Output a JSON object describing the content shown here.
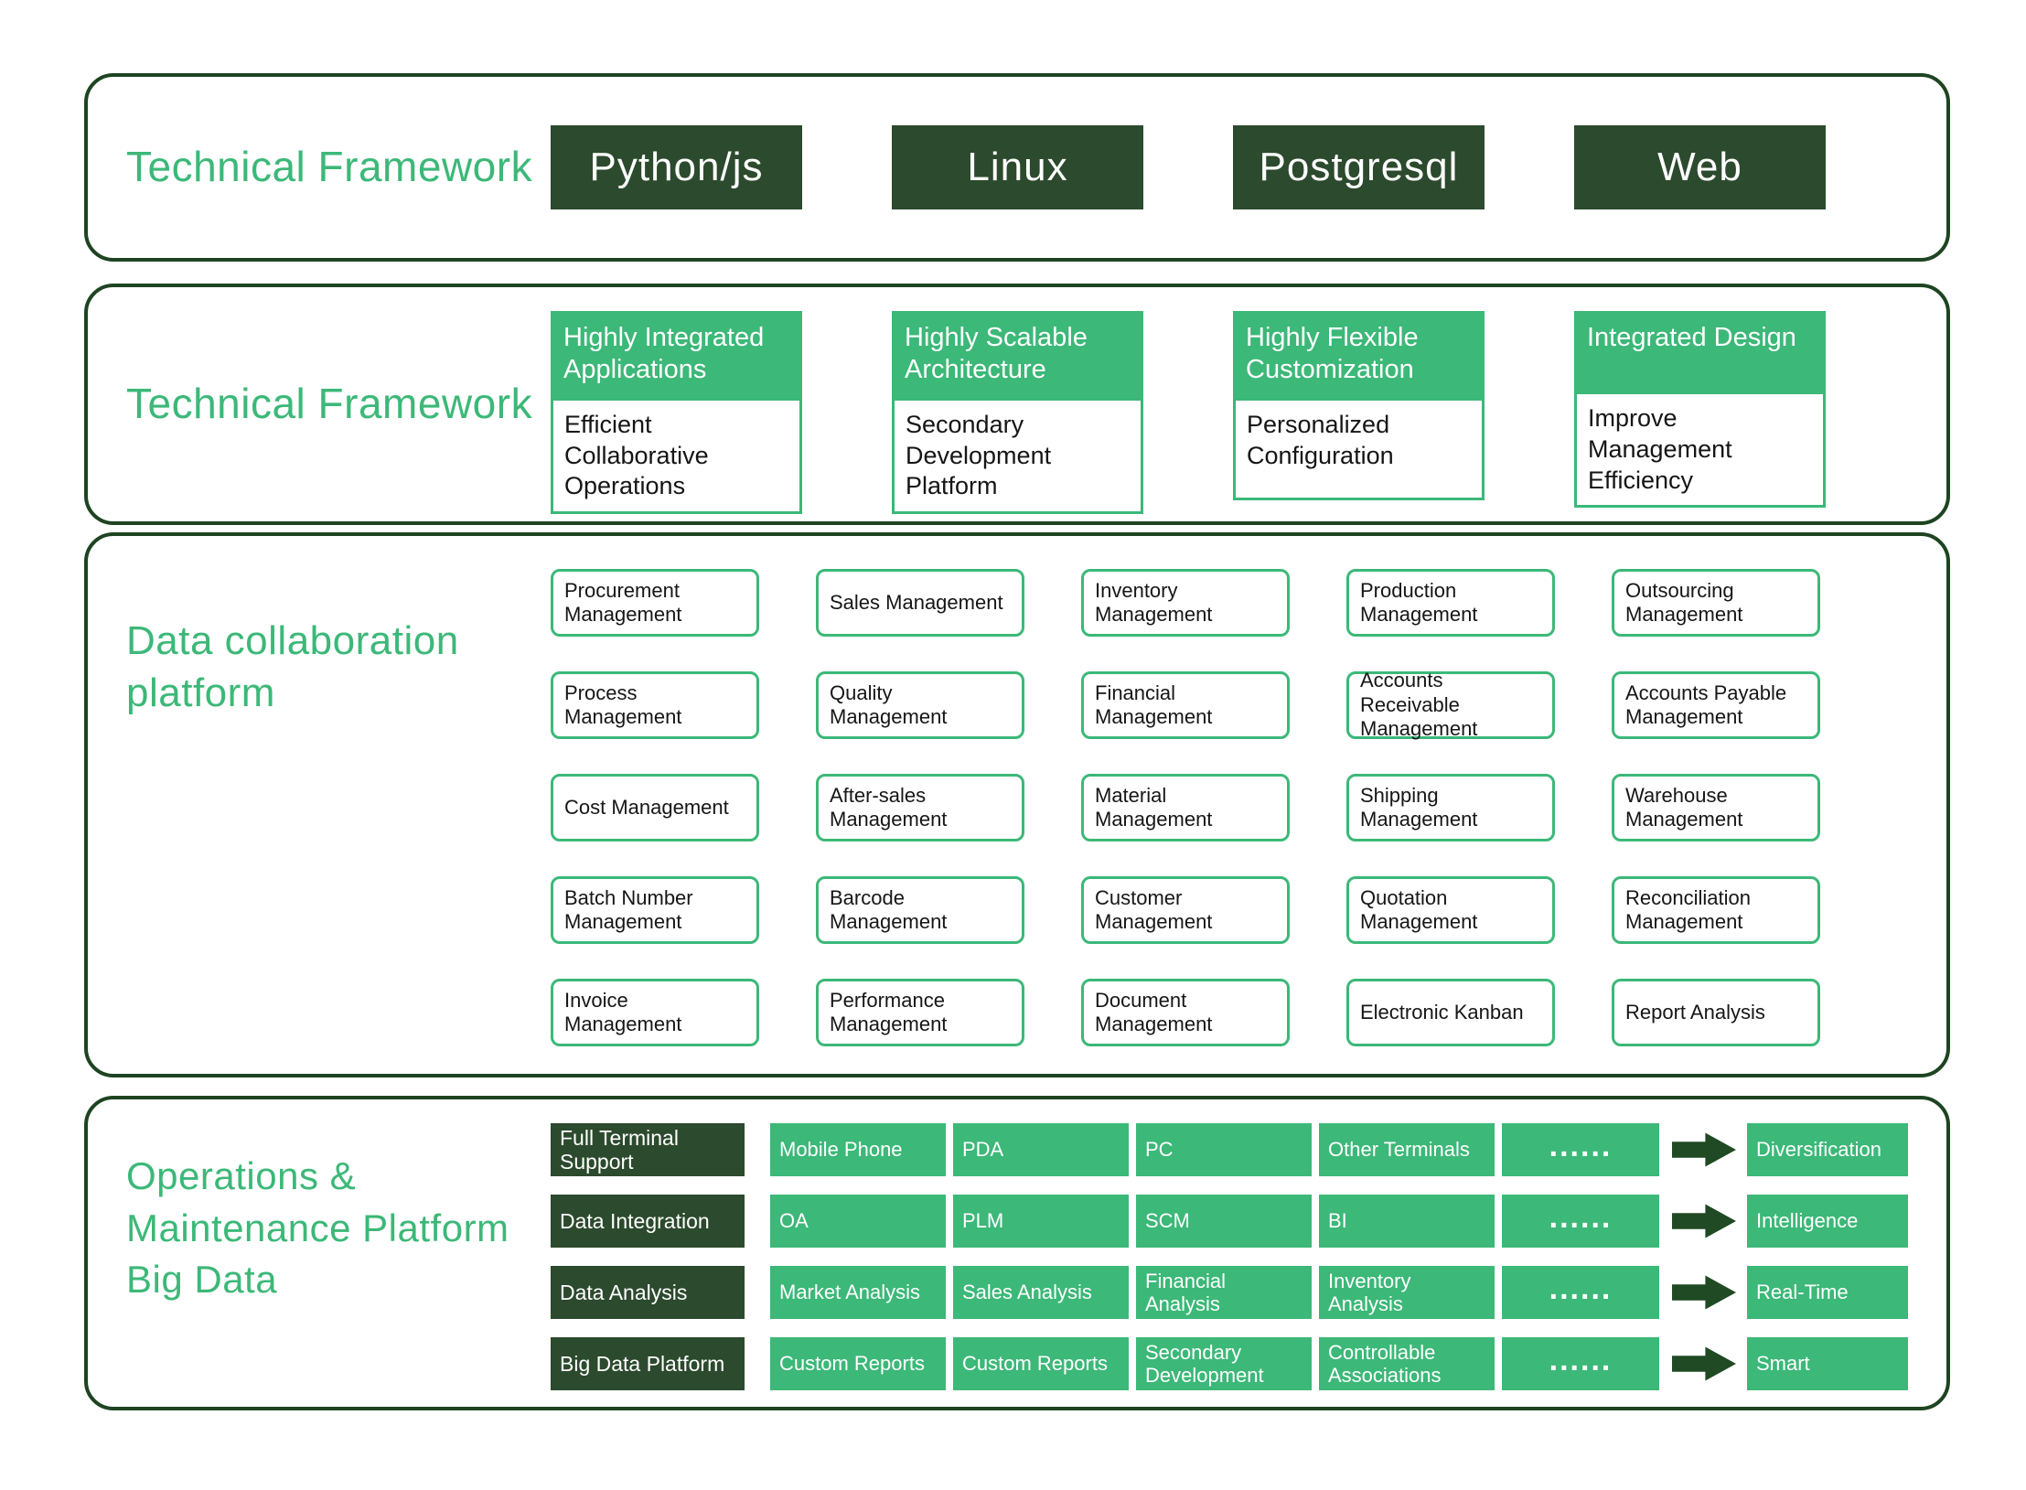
{
  "colors": {
    "accent_green": "#3cb878",
    "dark_green": "#2c4a2d",
    "border_green": "#1e4422"
  },
  "section1": {
    "label": "Technical Framework",
    "items": [
      "Python/js",
      "Linux",
      "Postgresql",
      "Web"
    ]
  },
  "section2": {
    "label": "Technical Framework",
    "cards": [
      {
        "title": "Highly Integrated Applications",
        "body": "Efficient Collaborative Operations"
      },
      {
        "title": "Highly Scalable Architecture",
        "body": "Secondary Development Platform"
      },
      {
        "title": "Highly Flexible Customization",
        "body": "Personalized Configuration"
      },
      {
        "title": "Integrated Design",
        "body": "Improve Management Efficiency"
      }
    ]
  },
  "section3": {
    "label": "Data collaboration platform",
    "rows": [
      [
        "Procurement Management",
        "Sales Management",
        "Inventory Management",
        "Production Management",
        "Outsourcing Management"
      ],
      [
        "Process Management",
        "Quality Management",
        "Financial Management",
        "Accounts Receivable Management",
        "Accounts Payable Management"
      ],
      [
        "Cost Management",
        "After-sales Management",
        "Material Management",
        "Shipping Management",
        "Warehouse Management"
      ],
      [
        "Batch Number Management",
        "Barcode Management",
        "Customer Management",
        "Quotation Management",
        "Reconciliation Management"
      ],
      [
        "Invoice Management",
        "Performance Management",
        "Document Management",
        "Electronic Kanban",
        "Report Analysis"
      ]
    ]
  },
  "section4": {
    "label": "Operations & Maintenance Platform Big Data",
    "rows": [
      {
        "category": "Full Terminal Support",
        "items": [
          "Mobile Phone",
          "PDA",
          "PC",
          "Other Terminals",
          "......"
        ],
        "result": "Diversification"
      },
      {
        "category": "Data Integration",
        "items": [
          "OA",
          "PLM",
          "SCM",
          "BI",
          "......"
        ],
        "result": "Intelligence"
      },
      {
        "category": "Data Analysis",
        "items": [
          "Market Analysis",
          "Sales Analysis",
          "Financial Analysis",
          "Inventory Analysis",
          "......"
        ],
        "result": "Real-Time"
      },
      {
        "category": "Big Data Platform",
        "items": [
          "Custom Reports",
          "Custom Reports",
          "Secondary Development",
          "Controllable Associations",
          "......"
        ],
        "result": "Smart"
      }
    ]
  }
}
